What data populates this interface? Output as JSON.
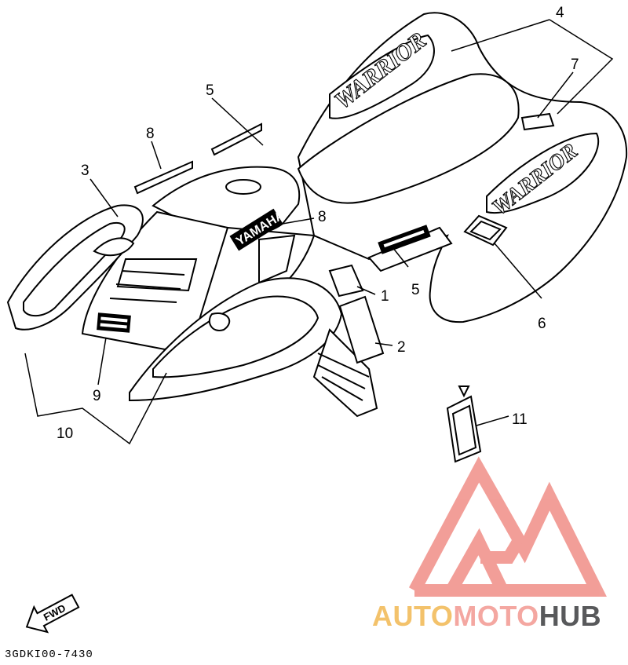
{
  "diagram": {
    "callouts": {
      "c1": "1",
      "c2": "2",
      "c3": "3",
      "c4": "4",
      "c5a": "5",
      "c5b": "5",
      "c6": "6",
      "c7": "7",
      "c8a": "8",
      "c8b": "8",
      "c9": "9",
      "c10": "10",
      "c11": "11"
    },
    "decal_text": {
      "warrior_rear": "WARRIOR",
      "warrior_side": "WARRIOR",
      "yamaha_tank": "YAMAHA"
    },
    "fwd_label": "FWD",
    "part_code": "3GDKI00-7430"
  },
  "watermark": {
    "brand_part1": "AUTO",
    "brand_part2": "MOTO",
    "brand_part3": "HUB",
    "colors": {
      "yellow": "#f3c26b",
      "pink": "#f4a7a1",
      "gray": "#58595b"
    }
  }
}
